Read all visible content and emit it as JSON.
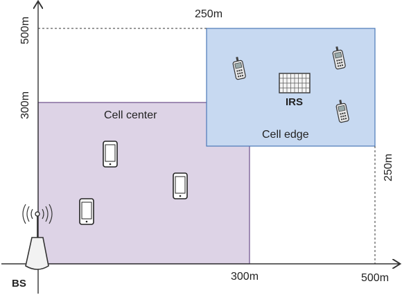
{
  "axes": {
    "x_label_300": "300m",
    "x_label_500": "500m",
    "y_label_300": "300m",
    "y_label_500": "500m",
    "top_label_250": "250m",
    "right_label_250": "250m"
  },
  "regions": {
    "cell_center": {
      "label": "Cell center",
      "color": "#ddd3e6"
    },
    "cell_edge": {
      "label": "Cell edge",
      "color": "#c7d9f1"
    }
  },
  "devices": {
    "bs_label": "BS",
    "irs_label": "IRS"
  }
}
